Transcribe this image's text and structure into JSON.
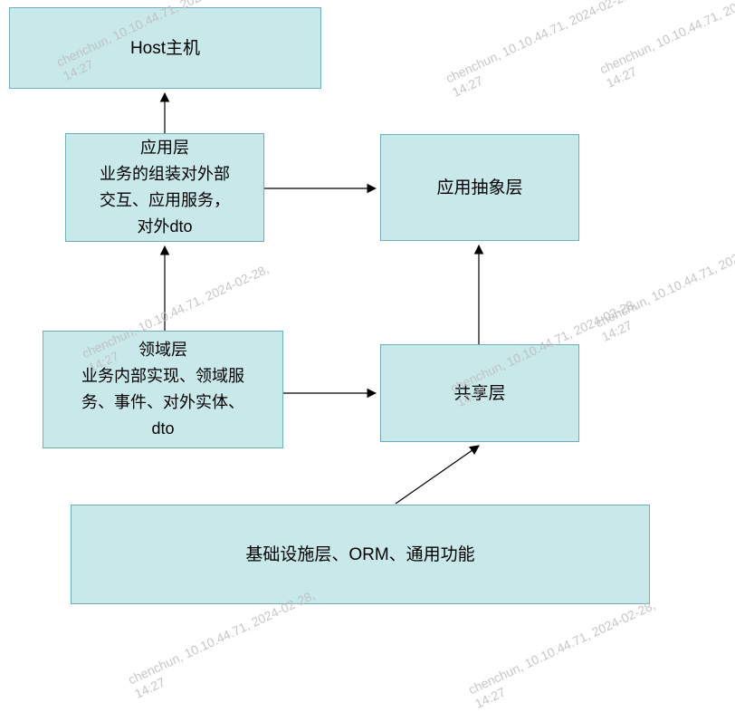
{
  "diagram": {
    "nodes": {
      "host": {
        "lines": [
          "Host主机"
        ]
      },
      "app": {
        "lines": [
          "应用层",
          "业务的组装对外部",
          "交互、应用服务，",
          "对外dto"
        ]
      },
      "app_abstract": {
        "lines": [
          "应用抽象层"
        ]
      },
      "domain": {
        "lines": [
          "领域层",
          "业务内部实现、领域服",
          "务、事件、对外实体、",
          "dto"
        ]
      },
      "shared": {
        "lines": [
          "共享层"
        ]
      },
      "infra": {
        "lines": [
          "基础设施层、ORM、通用功能"
        ]
      }
    },
    "edges": [
      {
        "from": "app",
        "to": "host",
        "direction": "up"
      },
      {
        "from": "app",
        "to": "app_abstract",
        "direction": "right"
      },
      {
        "from": "domain",
        "to": "app",
        "direction": "up"
      },
      {
        "from": "domain",
        "to": "shared",
        "direction": "right"
      },
      {
        "from": "shared",
        "to": "app_abstract",
        "direction": "up"
      },
      {
        "from": "infra",
        "to": "shared",
        "direction": "up-right"
      }
    ]
  },
  "watermark": {
    "line1": "chenchun, 10.10.44.71, 2024-02-28,",
    "line2": "14:27"
  },
  "colors": {
    "node_fill": "#c8e8ea",
    "node_border": "#6fafb9",
    "arrow": "#000000",
    "watermark_color": "#bdbdbd"
  }
}
